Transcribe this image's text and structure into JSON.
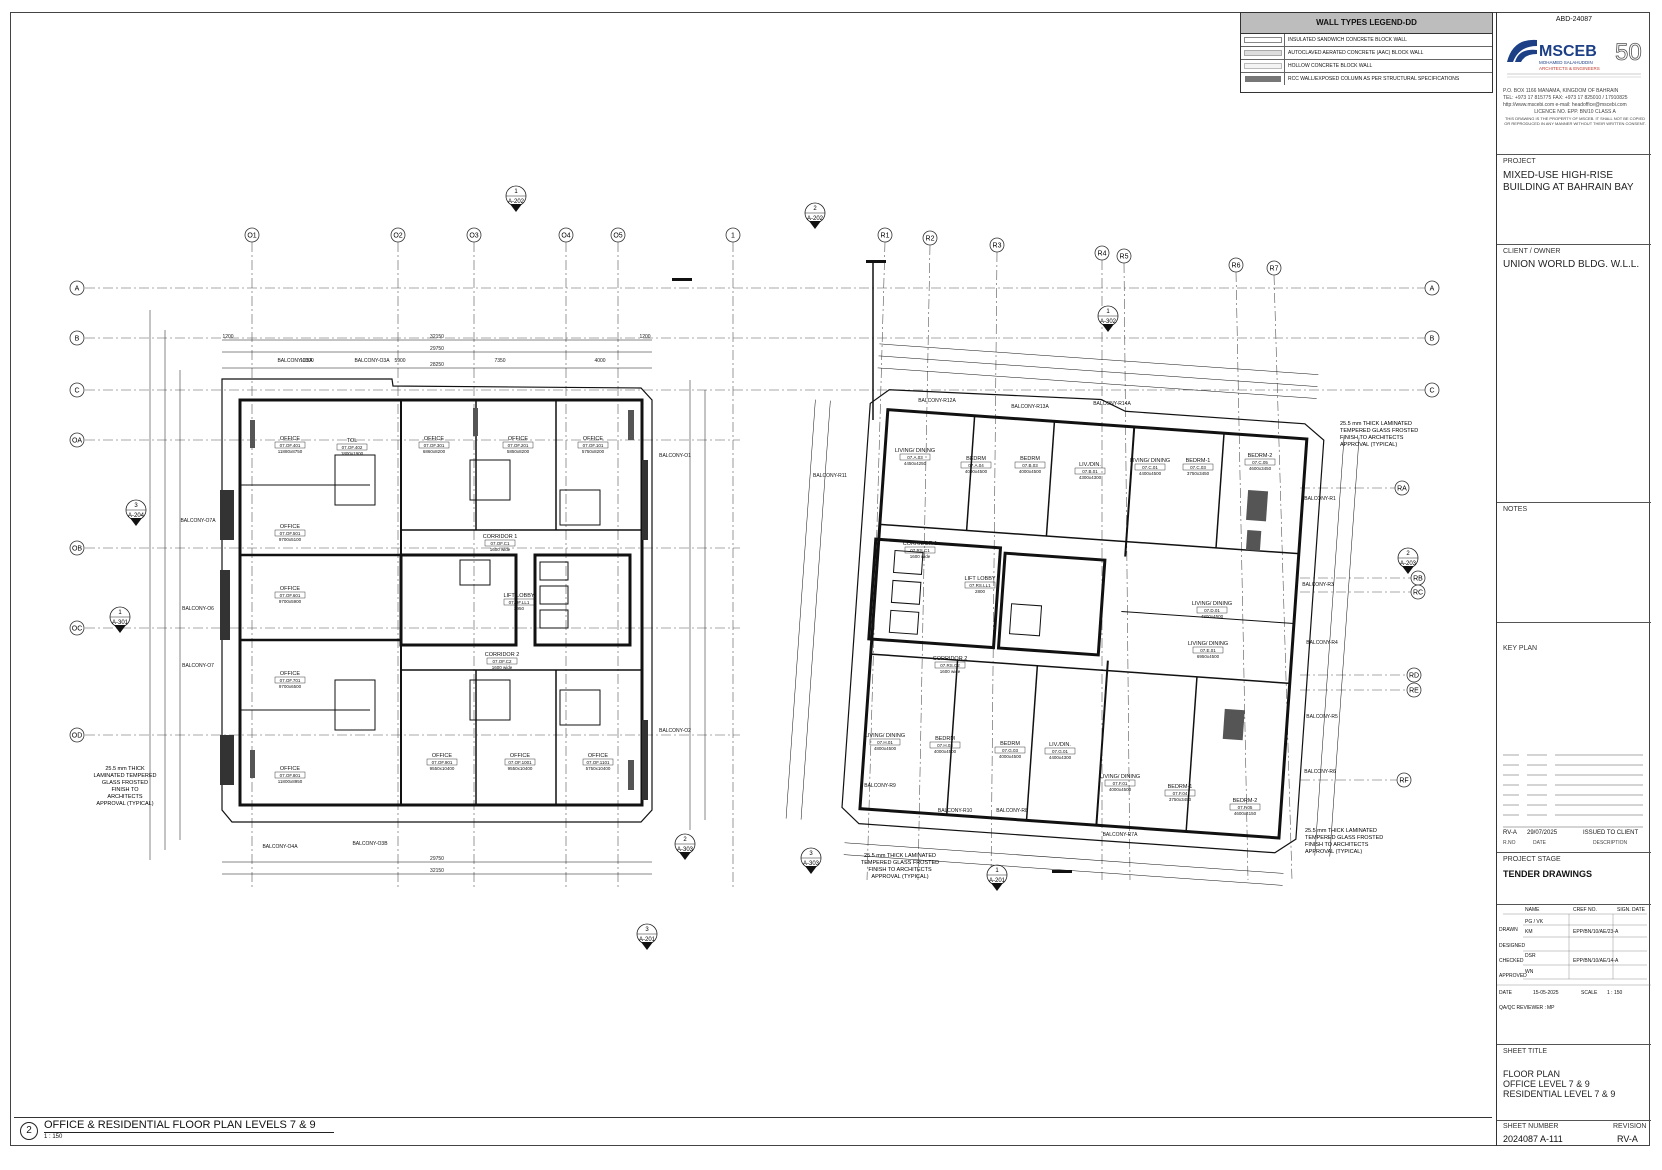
{
  "legend": {
    "title": "WALL TYPES LEGEND-DD",
    "items": [
      "INSULATED SANDWICH CONCRETE BLOCK WALL",
      "AUTOCLAVED AERATED CONCRETE (AAC) BLOCK WALL",
      "HOLLOW CONCRETE BLOCK WALL",
      "RCC WALL/EXPOSED COLUMN AS PER STRUCTURAL SPECIFICATIONS"
    ]
  },
  "title_block": {
    "job_no": "ABD-24087",
    "company": "MSCEB",
    "company_sub": "MOHAMED SALAHUDDIN",
    "company_sub2": "ARCHITECTS & ENGINEERS",
    "anniv": "50",
    "address": "P.O. BOX 1166 MANAMA,   KINGDOM OF BAHRAIN",
    "tel": "TEL: +973 17 815775 FAX: +973 17 825010 / 17910825",
    "web": "http://www.mscebi.com   e-mail: headoffice@mscebi.com",
    "licence": "LICENCE NO. EPP. BN/10  CLASS A",
    "property_note": "THIS DRAWING IS THE PROPERTY OF MSCEB. IT SHALL NOT BE COPIED OR REPRODUCED IN ANY MANNER WITHOUT THEIR WRITTEN CONSENT.",
    "project_label": "PROJECT",
    "project_line1": "MIXED-USE HIGH-RISE",
    "project_line2": "BUILDING AT BAHRAIN BAY",
    "client_label": "CLIENT / OWNER",
    "client": "UNION WORLD BLDG. W.L.L.",
    "notes_label": "NOTES",
    "keyplan_label": "KEY PLAN",
    "rev": "RV-A",
    "rev_date": "29/07/2025",
    "rev_desc": "ISSUED TO CLIENT",
    "rev_hdr_no": "R.NO",
    "rev_hdr_date": "DATE",
    "rev_hdr_desc": "DESCRIPTION",
    "stage_label": "PROJECT STAGE",
    "stage": "TENDER DRAWINGS",
    "name_hdr": "NAME",
    "cpr_hdr": "CREF NO.",
    "sign_hdr": "SIGN. DATE",
    "drawn_label": "DRAWN",
    "drawn_name1": "PG / VK",
    "drawn_name2": "KM",
    "drawn_ref": "EPP/BN/10/AE/23-A",
    "designed_label": "DESIGNED",
    "checked_label": "CHECKED",
    "checked_name": "DSR",
    "checked_ref": "EPP/BN/10/AE/14-A",
    "approved_label": "APPROVED",
    "approved_name": "WN",
    "date_label": "DATE",
    "date": "15-05-2025",
    "scale_label": "SCALE",
    "scale": "1 : 150",
    "qaqc_label": "QA/QC REVIEWER :",
    "qaqc": "MP",
    "sheet_title_label": "SHEET TITLE",
    "sheet_title1": "FLOOR PLAN",
    "sheet_title2": "OFFICE LEVEL 7 & 9",
    "sheet_title3": "RESIDENTIAL LEVEL 7 & 9",
    "sheet_no_label": "SHEET NUMBER",
    "revision_label": "REVISION",
    "sheet_no": "2024087 A-111",
    "revision": "RV-A"
  },
  "drawing": {
    "number": "2",
    "title": "OFFICE & RESIDENTIAL FLOOR PLAN LEVELS 7 & 9",
    "scale": "1 : 150",
    "grid_top": [
      "O1",
      "O2",
      "O3",
      "O4",
      "O5",
      "1",
      "R1",
      "R2",
      "R3",
      "R4",
      "R5",
      "R6",
      "R7"
    ],
    "grid_left": [
      "A",
      "B",
      "C",
      "OA",
      "OB",
      "OC",
      "OD"
    ],
    "grid_right": [
      "A",
      "B",
      "C",
      "RA",
      "RB",
      "RC",
      "RD",
      "RE",
      "RF"
    ],
    "section_refs": [
      "A-202",
      "A-202",
      "A-204",
      "A-301",
      "A-303",
      "A-201",
      "A-302",
      "A-203",
      "A-303",
      "A-201"
    ],
    "glass_note_left": "25.5 mm THICK LAMINATED TEMPERED GLASS FROSTED FINISH TO ARCHITECTS APPROVAL (TYPICAL)",
    "glass_note_right": "25.5 mm THICK LAMINATED TEMPERED GLASS FROSTED FINISH TO ARCHITECTS APPROVAL (TYPICAL)",
    "dims_office": [
      "32150",
      "29750",
      "28250",
      "11000",
      "5900",
      "7350",
      "4000",
      "1200",
      "1200"
    ],
    "office_rooms": [
      {
        "name": "OFFICE",
        "code": "07.OF.401",
        "size": "11880x8750"
      },
      {
        "name": "TOL",
        "code": "07.OF.402",
        "size": "1800x1900"
      },
      {
        "name": "OFFICE",
        "code": "07.OF.301",
        "size": "6860x8200"
      },
      {
        "name": "OFFICE",
        "code": "07.OF.201",
        "size": "5850x8200"
      },
      {
        "name": "OFFICE",
        "code": "07.OF.101",
        "size": "5750x8200"
      },
      {
        "name": "OFFICE",
        "code": "07.OF.501",
        "size": "9700x5100"
      },
      {
        "name": "OFFICE",
        "code": "07.OF.601",
        "size": "9700x5900"
      },
      {
        "name": "OFFICE",
        "code": "07.OF.701",
        "size": "9700x6500"
      },
      {
        "name": "OFFICE",
        "code": "07.OF.801",
        "size": "11800x8950"
      },
      {
        "name": "OFFICE",
        "code": "07.OF.901",
        "size": "9550x10400"
      },
      {
        "name": "OFFICE",
        "code": "07.OF.1001",
        "size": "9550x10400"
      },
      {
        "name": "OFFICE",
        "code": "07.OF.1101",
        "size": "5750x10400"
      },
      {
        "name": "CORRIDOR 1",
        "code": "07.OF.C1",
        "size": "1600 wide"
      },
      {
        "name": "LIFT LOBBY",
        "code": "07.OF.LL1",
        "size": "2950"
      },
      {
        "name": "CORRIDOR 2",
        "code": "07.OF.C2",
        "size": "1600 wide"
      }
    ],
    "res_rooms": [
      {
        "name": "LIVING/ DINING",
        "code": "07.A.03",
        "size": "4450x4250"
      },
      {
        "name": "BEDRM",
        "code": "07.A.04",
        "size": "4000x4500"
      },
      {
        "name": "BEDRM",
        "code": "07.B.03",
        "size": "4000x4500"
      },
      {
        "name": "LIV./DIN.",
        "code": "07.B.01",
        "size": "4300x4300"
      },
      {
        "name": "LIVING/ DINING",
        "code": "07.C.01",
        "size": "4400x4500"
      },
      {
        "name": "BEDRM-1",
        "code": "07.C.03",
        "size": "3750x3450"
      },
      {
        "name": "BEDRM-2",
        "code": "07.C.05",
        "size": "4600x3450"
      },
      {
        "name": "LIVING/ DINING",
        "code": "07.D.01",
        "size": "4800x4500"
      },
      {
        "name": "LIVING/ DINING",
        "code": "07.E.01",
        "size": "6950x4500"
      },
      {
        "name": "LIVING/ DINING",
        "code": "07.H.01",
        "size": "4800x4500"
      },
      {
        "name": "BEDRM",
        "code": "07.H.03",
        "size": "4000x4500"
      },
      {
        "name": "BEDRM",
        "code": "07.G.03",
        "size": "4000x4500"
      },
      {
        "name": "LIV./DIN.",
        "code": "07.G.01",
        "size": "4400x4300"
      },
      {
        "name": "LIVING/ DINING",
        "code": "07.F.01",
        "size": "4000x4500"
      },
      {
        "name": "BEDRM-1",
        "code": "07.F.04",
        "size": "3750x3450"
      },
      {
        "name": "BEDRM-2",
        "code": "07.F.05",
        "size": "4600x4150"
      },
      {
        "name": "CORRIDOR 1",
        "code": "07.RS.C1",
        "size": "1600 wide"
      },
      {
        "name": "CORRIDOR 2",
        "code": "07.RS.C2",
        "size": "1600 wide"
      },
      {
        "name": "LIFT LOBBY",
        "code": "07.RS.LL1",
        "size": "2800"
      }
    ],
    "balconies": [
      "BALCONY-O5A",
      "BALCONY-O3A",
      "BALCONY-O1",
      "BALCONY-O7A",
      "BALCONY-O6",
      "BALCONY-O7",
      "BALCONY-O2",
      "BALCONY-O4A",
      "BALCONY-O3B",
      "BALCONY-R12A",
      "BALCONY-R13A",
      "BALCONY-R14A",
      "BALCONY-R11",
      "BALCONY-R1",
      "BALCONY-R3",
      "BALCONY-R4",
      "BALCONY-R5",
      "BALCONY-R6",
      "BALCONY-R9",
      "BALCONY-R10",
      "BALCONY-R8",
      "BALCONY-R7A"
    ]
  }
}
